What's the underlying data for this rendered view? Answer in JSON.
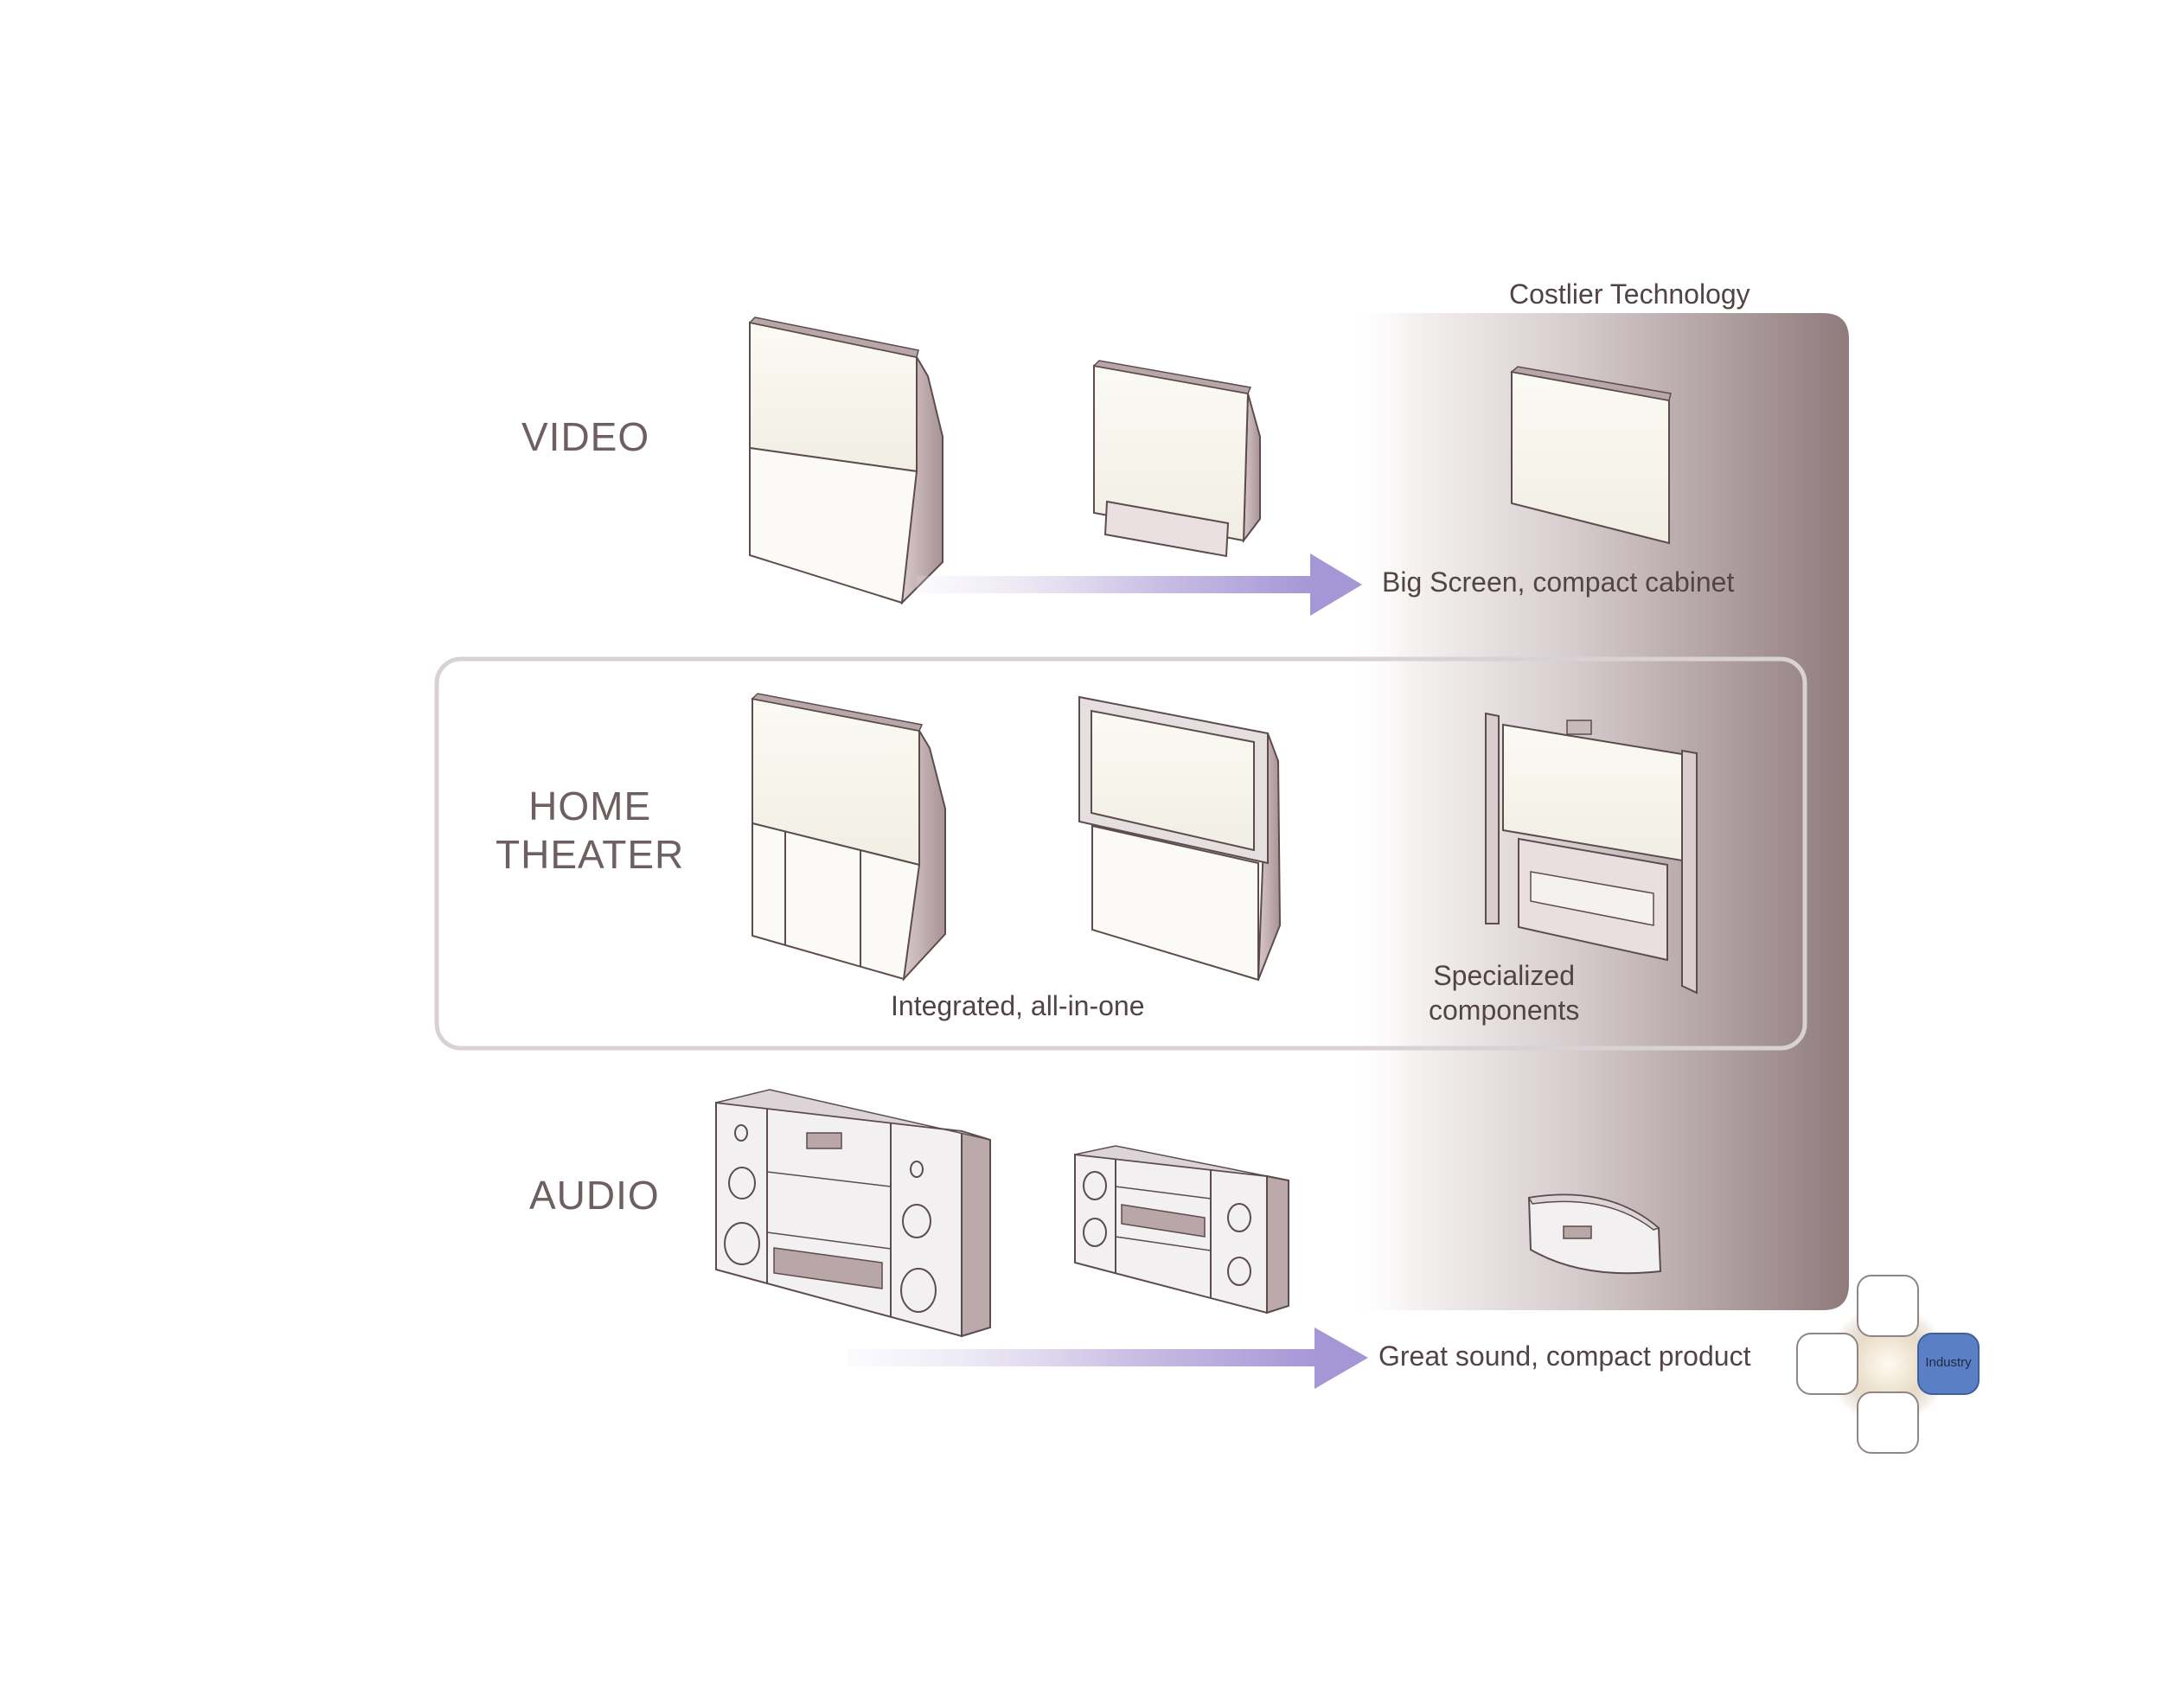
{
  "rows": {
    "video": {
      "label": "VIDEO"
    },
    "home_theater": {
      "label_line1": "HOME",
      "label_line2": "THEATER"
    },
    "audio": {
      "label": "AUDIO"
    }
  },
  "captions": {
    "costlier": "Costlier Technology",
    "video_arrow": "Big Screen, compact cabinet",
    "integrated": "Integrated, all-in-one",
    "specialized_line1": "Specialized",
    "specialized_line2": "components",
    "audio_arrow": "Great sound, compact product"
  },
  "badge": {
    "label": "Industry"
  },
  "colors": {
    "panel": "#8f7a7c",
    "arrow": "#a99ad6",
    "badge_blue": "#5b7fc4",
    "frame": "#d6d0d2",
    "text": "#6a5a5b"
  }
}
